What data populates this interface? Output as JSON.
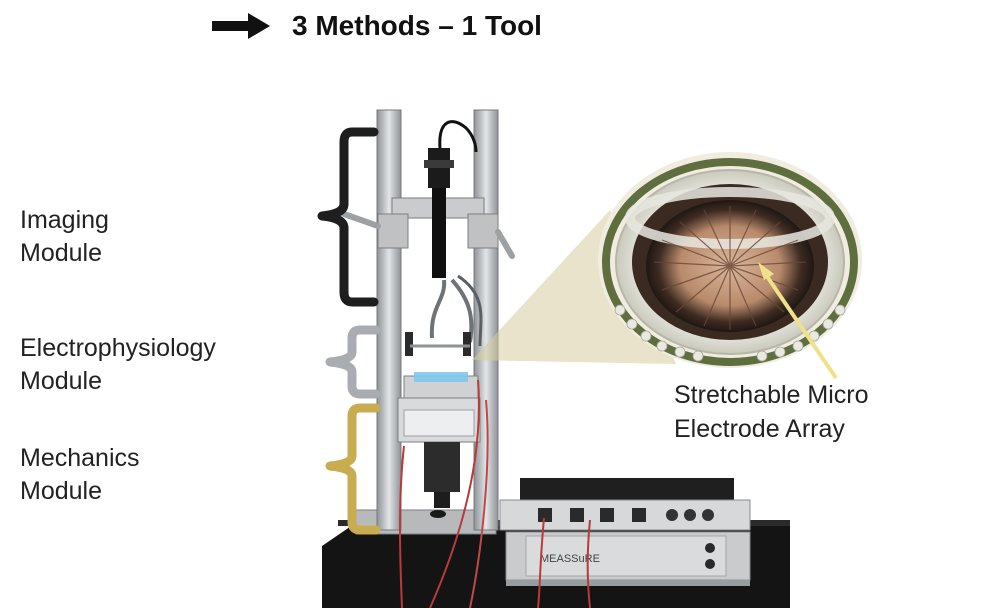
{
  "heading": {
    "title": "3 Methods – 1 Tool",
    "arrow_icon": "right-arrow-icon"
  },
  "modules": [
    {
      "line1": "Imaging",
      "line2": "Module",
      "bracket_color": "#1e1e1e"
    },
    {
      "line1": "Electrophysiology",
      "line2": "Module",
      "bracket_color": "#a9adb1"
    },
    {
      "line1": "Mechanics",
      "line2": "Module",
      "bracket_color": "#c8ac50"
    }
  ],
  "callout": {
    "line1": "Stretchable Micro",
    "line2": "Electrode Array",
    "pointer_color": "#efe089",
    "cone_color": "#d6cc9e"
  },
  "device": {
    "brand_label": "MEASSuRE"
  }
}
